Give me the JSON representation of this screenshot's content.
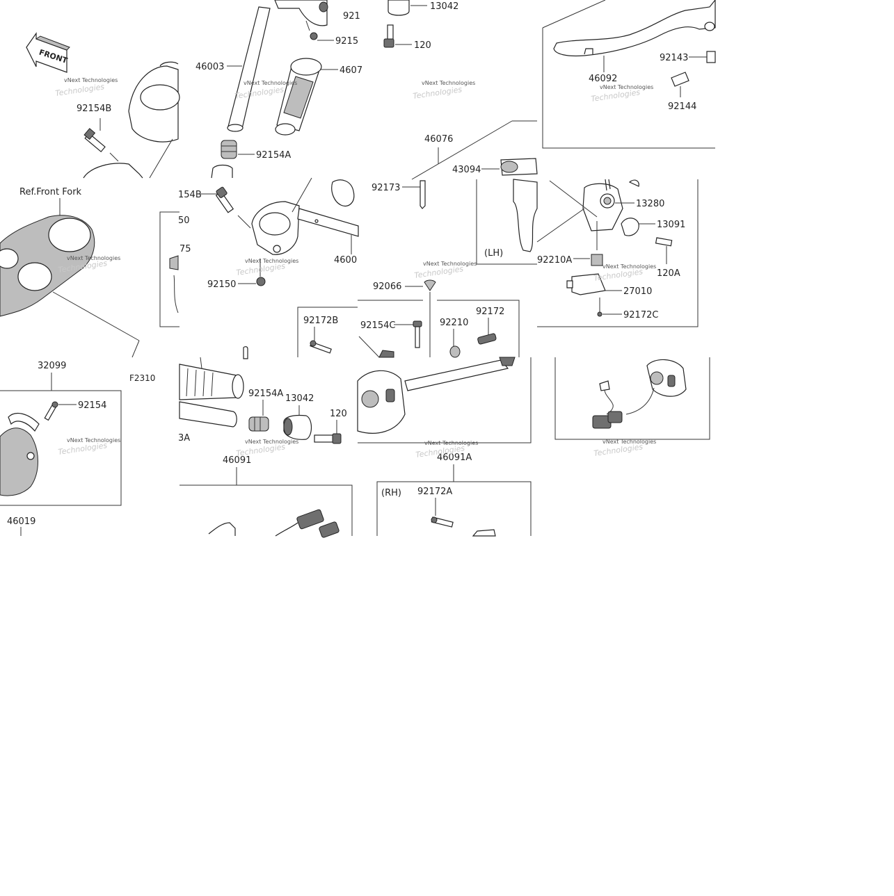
{
  "labels": {
    "l92154B_top": "92154B",
    "l46003": "46003",
    "l921_top": "921",
    "l9215_top": "9215",
    "l4607": "4607",
    "l13042_top": "13042",
    "l120_top": "120",
    "l92154A_top": "92154A",
    "l46092": "46092",
    "l92143": "92143",
    "l92144": "92144",
    "l46076": "46076",
    "l43094": "43094",
    "l92173": "92173",
    "lRefFrontFork": "Ref.Front Fork",
    "l154B": "154B",
    "l50": "50",
    "l75": "75",
    "l4600": "4600",
    "l92150": "92150",
    "lLH": "(LH)",
    "l13280": "13280",
    "l13091": "13091",
    "l92210A": "92210A",
    "l120A": "120A",
    "l92066": "92066",
    "l27010": "27010",
    "l92172C": "92172C",
    "l92172B": "92172B",
    "l92154C": "92154C",
    "l92210": "92210",
    "l92172": "92172",
    "l32099": "32099",
    "l92154": "92154",
    "lF2310": "F2310",
    "l92154A_bot": "92154A",
    "l13042_bot": "13042",
    "l120_bot": "120",
    "l3A": "3A",
    "l46091": "46091",
    "l46091A": "46091A",
    "lRH": "(RH)",
    "l92172A": "92172A",
    "l46019": "46019",
    "front_arrow": "FRONT"
  },
  "watermark": {
    "line1": "vNext Technologies",
    "line2": "Technologies"
  }
}
